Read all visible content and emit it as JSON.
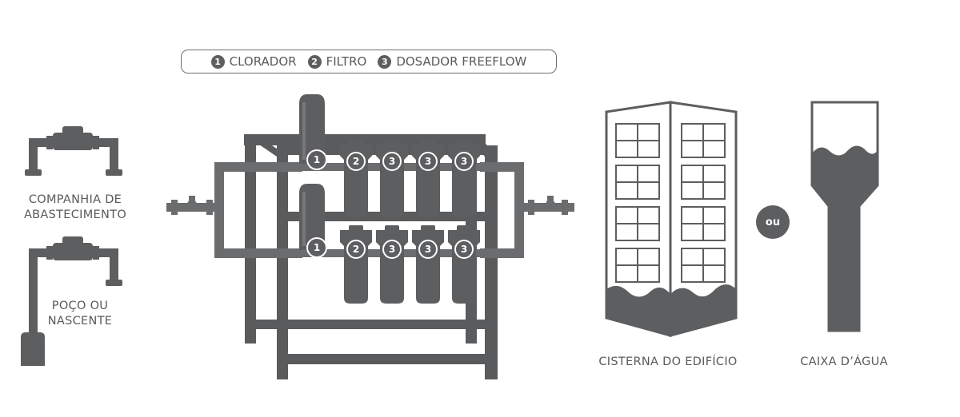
{
  "legend": {
    "items": [
      {
        "num": "1",
        "label": "CLORADOR"
      },
      {
        "num": "2",
        "label": "FILTRO"
      },
      {
        "num": "3",
        "label": "DOSADOR FREEFLOW"
      }
    ]
  },
  "sources": {
    "company_line1": "COMPANHIA DE",
    "company_line2": "ABASTECIMENTO",
    "well_line1": "POÇO OU",
    "well_line2": "NASCENTE"
  },
  "units_top": [
    "1",
    "2",
    "3",
    "3",
    "3"
  ],
  "units_bottom": [
    "1",
    "2",
    "3",
    "3",
    "3"
  ],
  "destinations": {
    "building": "CISTERNA DO EDIFÍCIO",
    "or": "ou",
    "tank": "CAIXA D’ÁGUA"
  },
  "colors": {
    "ink": "#5d5e60",
    "pipe": "#6b6c6e",
    "frame": "#5a5b5d"
  }
}
